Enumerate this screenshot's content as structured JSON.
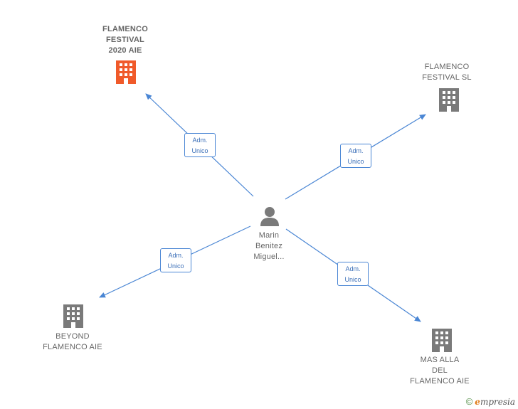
{
  "nodes": {
    "flamenco_festival_2020": {
      "lines": [
        "FLAMENCO",
        "FESTIVAL",
        "2020 AIE"
      ],
      "icon": "building-icon",
      "color": "#f05a2a"
    },
    "flamenco_festival_sl": {
      "lines": [
        "FLAMENCO",
        "FESTIVAL SL"
      ],
      "icon": "building-icon",
      "color": "#7a7a7a"
    },
    "beyond_flamenco": {
      "lines": [
        "BEYOND",
        "FLAMENCO AIE"
      ],
      "icon": "building-icon",
      "color": "#7a7a7a"
    },
    "mas_alla": {
      "lines": [
        "MAS ALLA",
        "DEL",
        "FLAMENCO AIE"
      ],
      "icon": "building-icon",
      "color": "#7a7a7a"
    },
    "person": {
      "lines": [
        "Marin",
        "Benitez",
        "Miguel..."
      ],
      "icon": "person-icon",
      "color": "#7a7a7a"
    }
  },
  "edges": {
    "to_2020": [
      "Adm.",
      "Unico"
    ],
    "to_sl": [
      "Adm.",
      "Unico"
    ],
    "to_beyond": [
      "Adm.",
      "Unico"
    ],
    "to_mas_alla": [
      "Adm.",
      "Unico"
    ]
  },
  "colors": {
    "edge": "#4a86d4",
    "highlight": "#f05a2a",
    "neutral": "#7a7a7a"
  },
  "branding": {
    "copyright": "©",
    "brand_initial": "e",
    "brand_rest": "mpresia"
  }
}
